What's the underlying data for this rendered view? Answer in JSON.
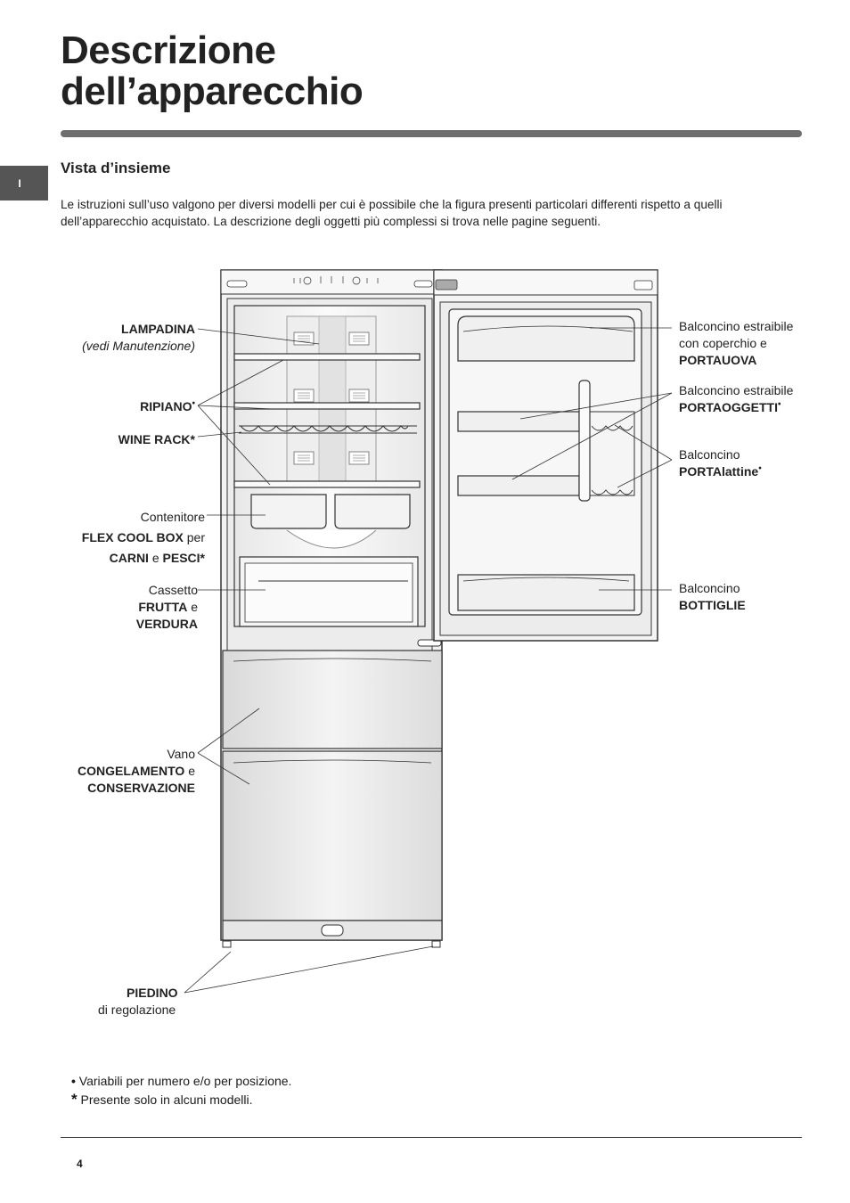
{
  "header": {
    "title_line1": "Descrizione",
    "title_line2": "dell’apparecchio",
    "language_tab": "I"
  },
  "section": {
    "subtitle": "Vista d’insieme",
    "intro": "Le istruzioni sull’uso valgono per diversi modelli per cui è possibile che la figura presenti particolari differenti rispetto a quelli dell’apparecchio acquistato. La descrizione degli oggetti più complessi si trova nelle pagine seguenti."
  },
  "labels": {
    "lampadina": "LAMPADINA",
    "lampadina_note": "(vedi Manutenzione)",
    "ripiano": "RIPIANO",
    "wine_rack": "WINE RACK",
    "flex_1": "Contenitore",
    "flex_2": "FLEX COOL BOX",
    "flex_2b": " per",
    "flex_3a": "CARNI",
    "flex_3b": " e ",
    "flex_3c": "PESCI",
    "cassetto_1": "Cassetto",
    "cassetto_2a": "FRUTTA",
    "cassetto_2b": " e",
    "cassetto_3": "VERDURA",
    "vano_1": "Vano",
    "vano_2a": "CONGELAMENTO",
    "vano_2b": " e",
    "vano_3": "CONSERVAZIONE",
    "piedino_1": "PIEDINO",
    "piedino_2": "di regolazione",
    "portauova_1": "Balconcino estraibile",
    "portauova_2": "con coperchio e",
    "portauova_3": "PORTAUOVA",
    "portaoggetti_1": "Balconcino estraibile",
    "portaoggetti_2": "PORTAOGGETTI",
    "portalattine_1": "Balconcino",
    "portalattine_2": "PORTAlattine",
    "bottiglie_1": "Balconcino",
    "bottiglie_2": "BOTTIGLIE"
  },
  "symbols": {
    "bullet": "•",
    "asterisk": "*"
  },
  "footnotes": {
    "bullet_text": " Variabili per numero e/o per posizione.",
    "asterisk_text": " Presente solo in alcuni modelli."
  },
  "footer": {
    "page_number": "4"
  }
}
